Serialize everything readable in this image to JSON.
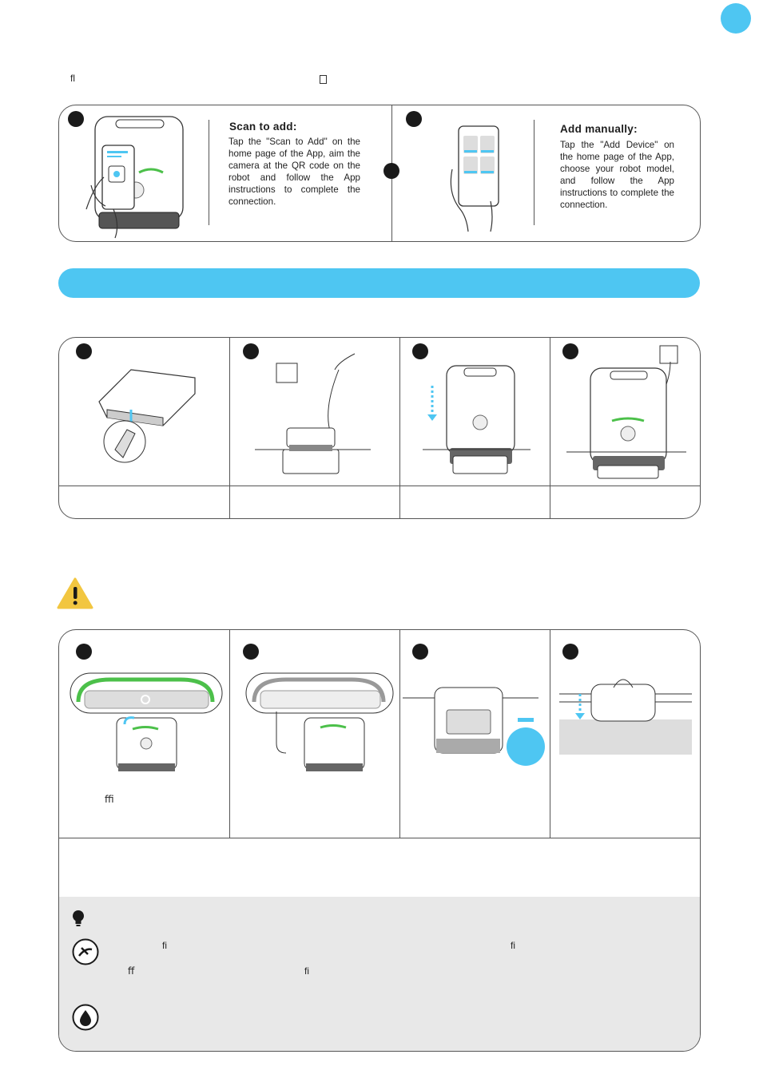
{
  "page": {
    "intro_glyph": "ﬂ",
    "step_a": {
      "title": "Scan to add",
      "title_colon": ":",
      "body": "Tap the \"Scan to Add\" on the home page of the App, aim the camera at the QR code on the robot  and follow the App instructions to complete the connection."
    },
    "step_b": {
      "title": "Add manually:",
      "body": "Tap the \"Add Device\" on the home page of the App, choose your robot model, and follow the App instructions to complete the connection."
    },
    "lower_glyph": "ﬃ",
    "tips": {
      "glyph_1": "ﬁ",
      "glyph_2": "ﬁ",
      "glyph_3": "ﬀ",
      "glyph_4": "ﬁ"
    }
  },
  "colors": {
    "accent": "#4ec6f2",
    "led_green": "#4cc04a",
    "warning_yellow": "#f2c640",
    "tips_bg": "#e8e8e8"
  },
  "icons": [
    "page-badge-icon",
    "warning-icon",
    "lightbulb-icon",
    "brush-icon",
    "water-drop-icon"
  ]
}
